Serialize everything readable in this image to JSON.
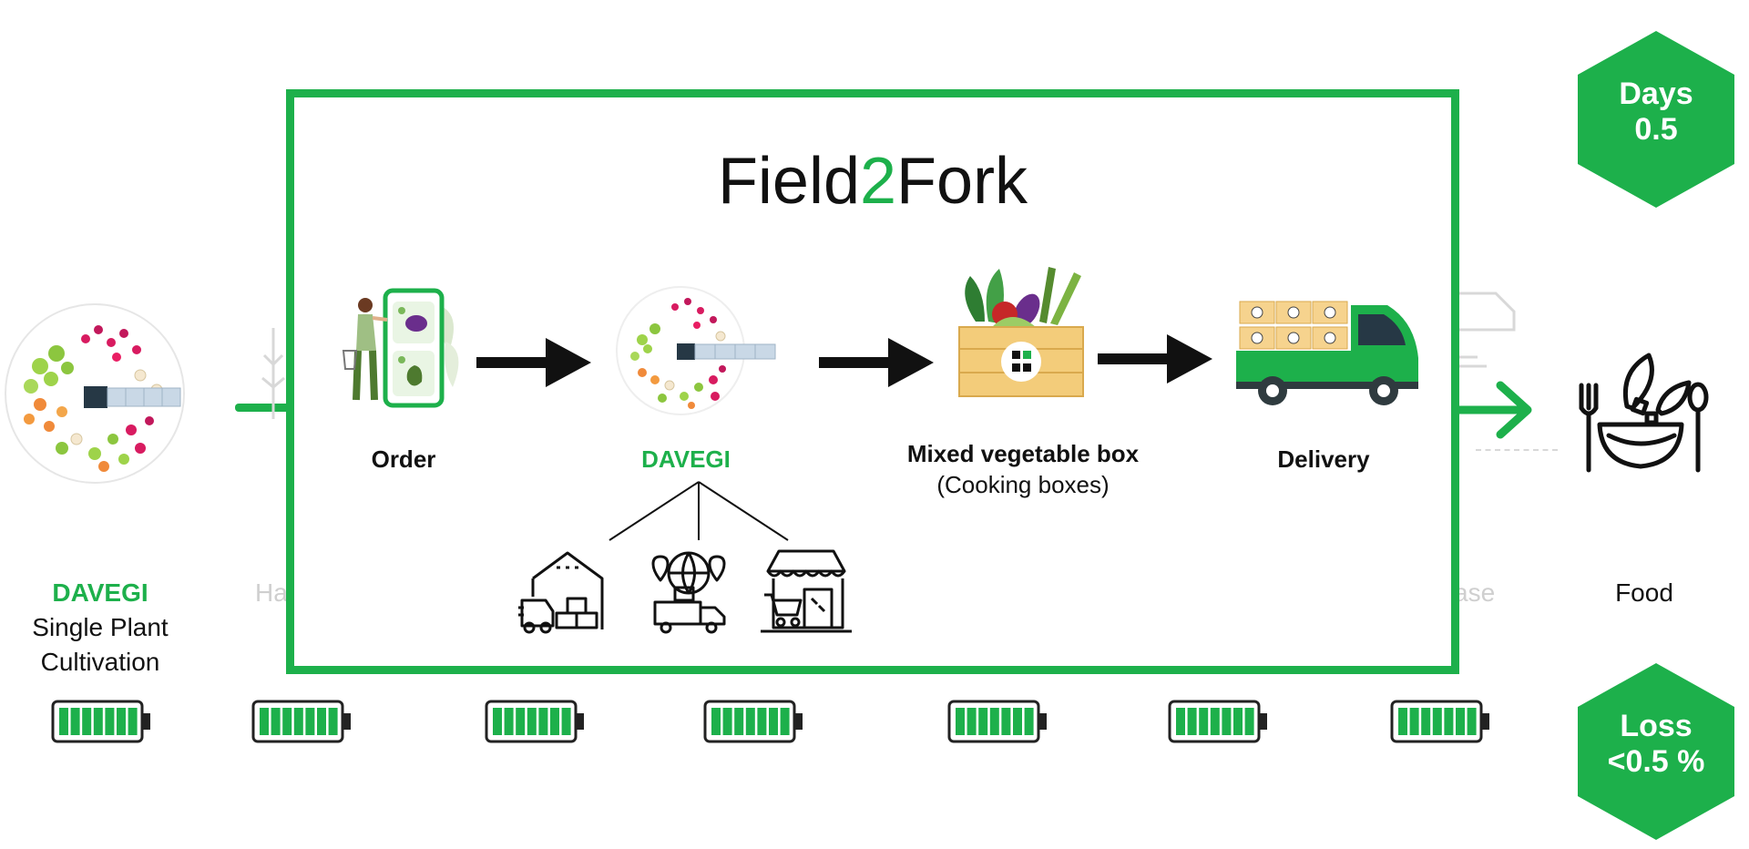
{
  "colors": {
    "brand_green": "#1db04b",
    "dark": "#111111",
    "faint": "#d0d0d0"
  },
  "background_stages": {
    "left": {
      "title": "DAVEGI",
      "line1": "Single Plant",
      "line2": "Cultivation"
    },
    "faint_left": "Ha",
    "faint_right": "ase",
    "right": {
      "label": "Food",
      "icon": "salad-bowl-icon"
    }
  },
  "badges": {
    "days": {
      "title": "Days",
      "value": "0.5"
    },
    "loss": {
      "title": "Loss",
      "value": "<0.5 %"
    }
  },
  "batteries": [
    "full",
    "full",
    "full",
    "full",
    "full",
    "full",
    "full"
  ],
  "panel": {
    "title_part1": "Field",
    "title_part2": "2",
    "title_part3": "Fork",
    "steps": [
      {
        "label": "Order",
        "icon": "phone-shopping-icon"
      },
      {
        "label": "DAVEGI",
        "icon": "field-plot-icon"
      },
      {
        "label": "Mixed vegetable box",
        "sublabel": "(Cooking boxes)",
        "icon": "vegetable-crate-icon"
      },
      {
        "label": "Delivery",
        "icon": "delivery-truck-icon"
      }
    ],
    "branches": [
      {
        "icon": "warehouse-icon"
      },
      {
        "icon": "logistics-globe-icon"
      },
      {
        "icon": "market-store-icon"
      }
    ]
  }
}
